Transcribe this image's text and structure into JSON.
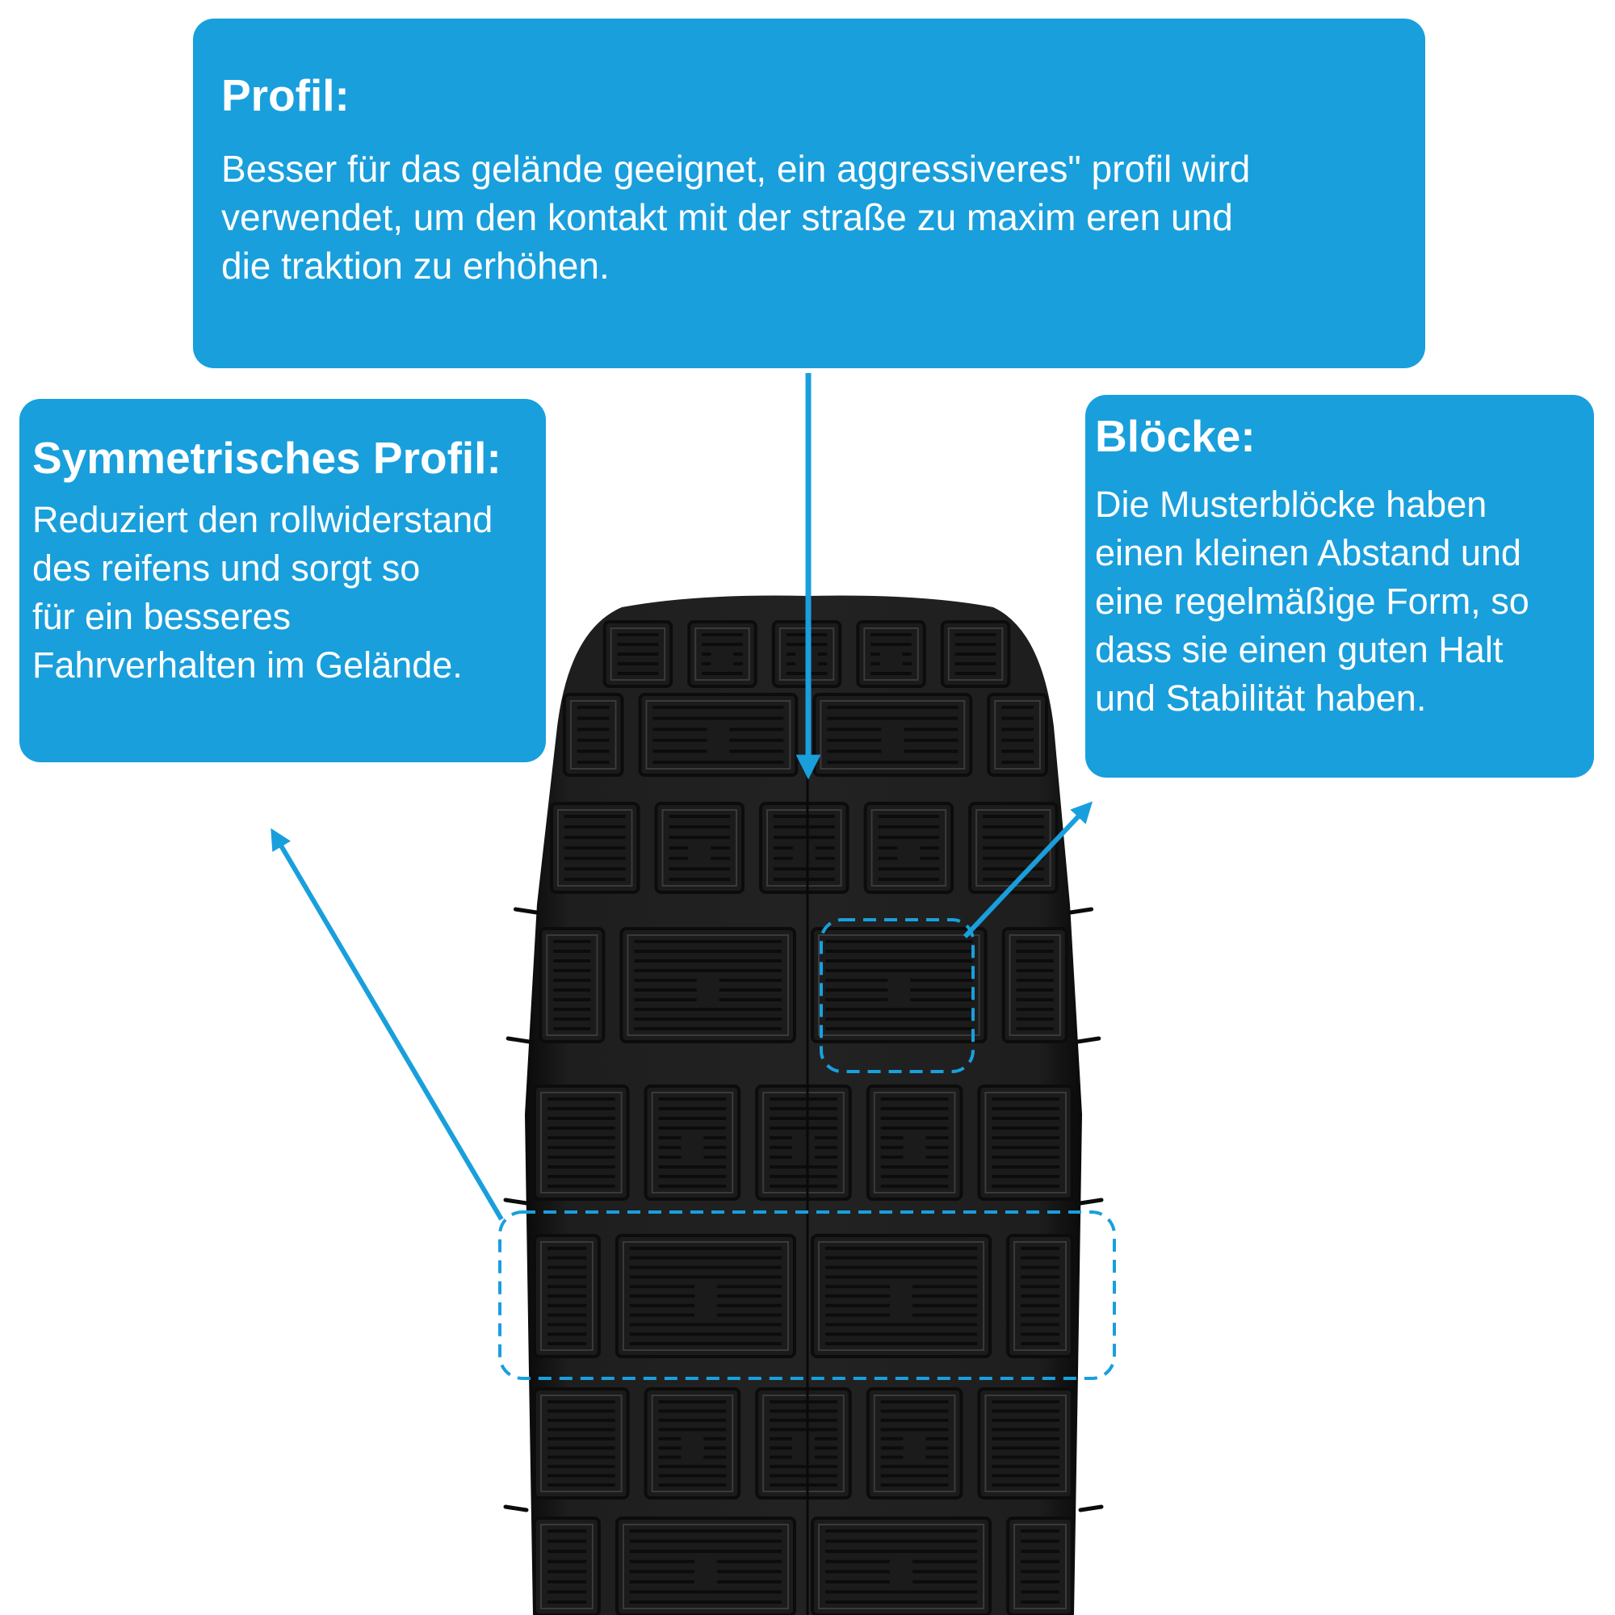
{
  "colors": {
    "accent": "#199FDC",
    "rubber": "#1b1b1b",
    "rubber_dark": "#0c0c0c",
    "rubber_light": "#3a3a3a"
  },
  "callouts": {
    "profil": {
      "title": "Profil:",
      "lines": [
        "Besser für das gelände geeignet, ein aggressiveres\" profil wird",
        "verwendet, um den kontakt mit der straße zu maxim eren und",
        "die traktion zu erhöhen."
      ]
    },
    "symmetrisch": {
      "title": "Symmetrisches Profil:",
      "lines": [
        "Reduziert den rollwiderstand",
        "des reifens und sorgt so",
        "für ein besseres",
        "Fahrverhalten im Gelände."
      ]
    },
    "bloecke": {
      "title": "Blöcke:",
      "lines": [
        "Die Musterblöcke haben",
        "einen kleinen Abstand und",
        "eine regelmäßige Form, so",
        "dass sie einen guten Halt",
        "und Stabilität haben."
      ]
    }
  },
  "icons": {
    "arrow_profil": "arrow-down-icon",
    "arrow_sym": "arrow-up-left-icon",
    "arrow_bloecke": "arrow-up-right-icon"
  }
}
